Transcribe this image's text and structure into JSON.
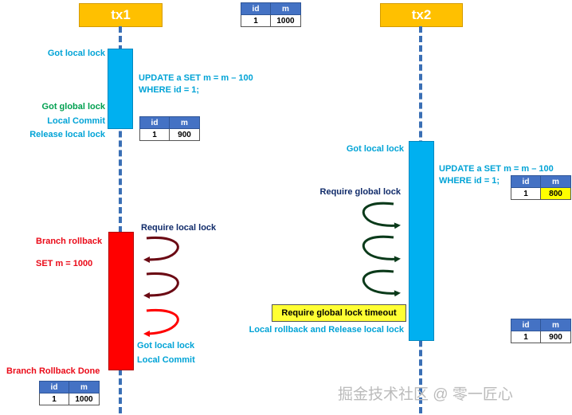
{
  "tx1": {
    "title": "tx1",
    "labels": {
      "got_local_lock": "Got local lock",
      "update_line1": "UPDATE a SET m = m – 100",
      "update_line2": "WHERE id = 1;",
      "got_global_lock": "Got global lock",
      "local_commit": "Local Commit",
      "release_local_lock": "Release local lock",
      "branch_rollback": "Branch rollback",
      "set_m": "SET m = 1000",
      "require_local_lock": "Require local lock",
      "got_local_lock_2": "Got local lock",
      "local_commit_2": "Local Commit",
      "branch_rollback_done": "Branch Rollback Done"
    }
  },
  "tx2": {
    "title": "tx2",
    "labels": {
      "got_local_lock": "Got local lock",
      "update_line1": "UPDATE a SET m = m – 100",
      "update_line2": "WHERE id = 1;",
      "require_global_lock": "Require global lock",
      "timeout": "Require global lock timeout",
      "local_rollback": "Local rollback and Release local lock"
    }
  },
  "tables": {
    "top": {
      "headers": [
        "id",
        "m"
      ],
      "row": [
        "1",
        "1000"
      ]
    },
    "after_tx1": {
      "headers": [
        "id",
        "m"
      ],
      "row": [
        "1",
        "900"
      ]
    },
    "after_tx2": {
      "headers": [
        "id",
        "m"
      ],
      "row": [
        "1",
        "800"
      ]
    },
    "tx2_right": {
      "headers": [
        "id",
        "m"
      ],
      "row": [
        "1",
        "900"
      ]
    },
    "bottom_left": {
      "headers": [
        "id",
        "m"
      ],
      "row": [
        "1",
        "1000"
      ]
    }
  },
  "watermark": "掘金技术社区 @ 零一匠心",
  "colors": {
    "header_bg": "#ffc000",
    "lifeline": "#3a6fb5",
    "tx1_bar": "#00b0f0",
    "rollback_bar": "#ff0000",
    "tx2_bar": "#00b0f0",
    "label_cyan": "#00a3d6",
    "label_green": "#00a050",
    "label_red": "#ea0a18",
    "label_navy": "#102b6a",
    "arrow_dark_red": "#6b0a14",
    "arrow_red": "#ff0000",
    "arrow_green": "#0a3a1a",
    "table_header": "#4472c4",
    "highlight_cell": "#ffff00"
  }
}
